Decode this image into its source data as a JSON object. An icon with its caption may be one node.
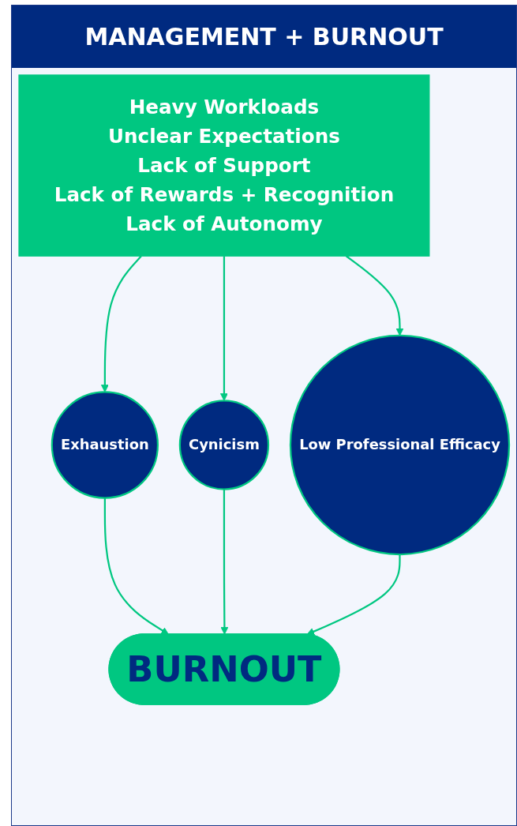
{
  "diagram": {
    "title": "MANAGEMENT + BURNOUT",
    "nodes": [
      {
        "text": [
          "Heavy Workloads",
          "Unclear Expectations",
          "Lack of Support",
          "Lack of Rewards + Recognition",
          "Lack of Autonomy"
        ]
      },
      {
        "text": [
          "Exhaustion"
        ]
      },
      {
        "text": [
          "Cynicism"
        ]
      },
      {
        "text": [
          "Low Professional Efficacy"
        ]
      },
      {
        "text": [
          "BURNOUT"
        ]
      }
    ],
    "edges": [
      {
        "from": 0,
        "to": 1,
        "arrow": "to"
      },
      {
        "from": 0,
        "to": 2,
        "arrow": "to"
      },
      {
        "from": 0,
        "to": 3,
        "arrow": "to"
      },
      {
        "from": 1,
        "to": 4,
        "arrow": "to"
      },
      {
        "from": 2,
        "to": 4,
        "arrow": "to"
      },
      {
        "from": 3,
        "to": 4,
        "arrow": "to"
      }
    ]
  }
}
